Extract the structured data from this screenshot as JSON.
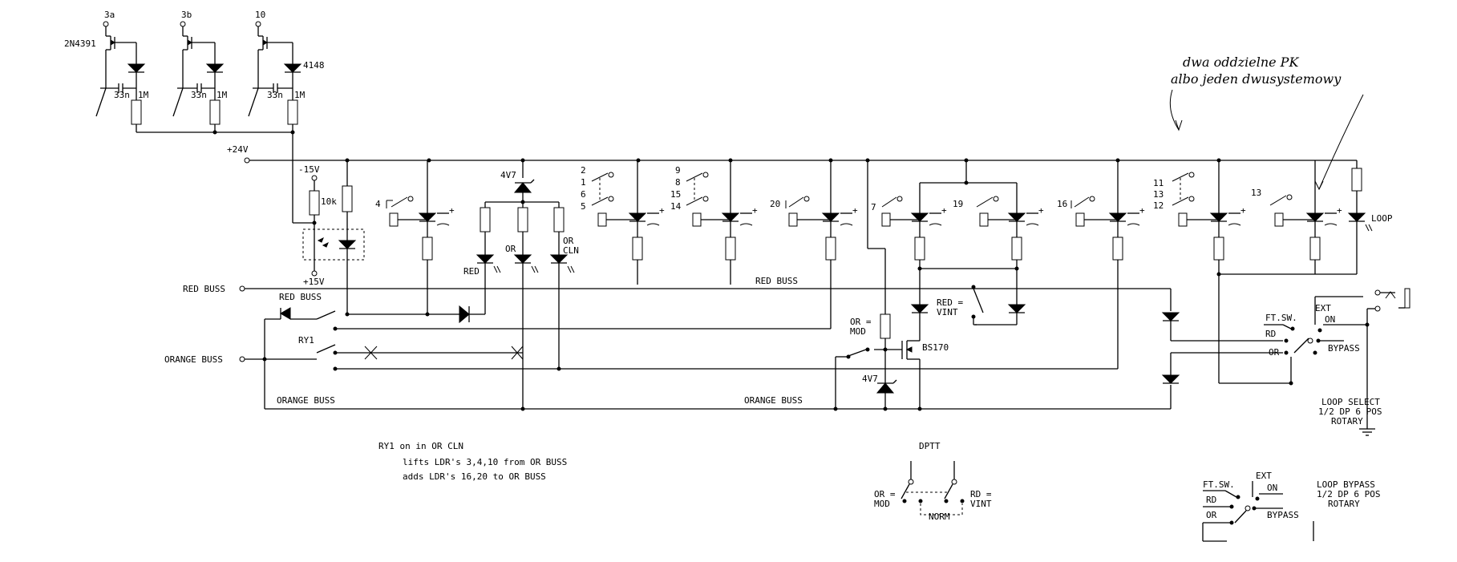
{
  "jfet": {
    "a": "3a",
    "b": "3b",
    "c": "10",
    "part": "2N4391",
    "diode": "4148",
    "cap": "33n",
    "res": "1M"
  },
  "rails": {
    "v24": "+24V",
    "vm15": "-15V",
    "vp15": "+15V",
    "r10k": "10k"
  },
  "buses": {
    "red_in": "RED BUSS",
    "red_label": "RED BUSS",
    "red_mid": "RED BUSS",
    "orange_in": "ORANGE BUSS",
    "orange_label": "ORANGE BUSS",
    "orange_mid": "ORANGE BUSS"
  },
  "relay": "RY1",
  "zener": "4V7",
  "leds": {
    "red": "RED",
    "or": "OR",
    "or_cln_1": "OR",
    "or_cln_2": "CLN",
    "loop": "LOOP"
  },
  "ldr_inputs": [
    "4",
    "2",
    "1",
    "6",
    "5",
    "9",
    "8",
    "15",
    "14",
    "20",
    "7",
    "19",
    "16",
    "11",
    "13",
    "12",
    "13"
  ],
  "mosfet": "BS170",
  "switch_labels": {
    "or_mod_1": "OR =",
    "or_mod_2": "MOD",
    "red_vint_1": "RED =",
    "red_vint_2": "VINT"
  },
  "handwritten": {
    "line1": "dwa oddzielne PK",
    "line2": "albo jeden dwusystemowy"
  },
  "loop_select": {
    "ftsw": "FT.SW.",
    "rd": "RD",
    "or": "OR",
    "ext": "EXT",
    "on": "ON",
    "bypass": "BYPASS",
    "title1": "LOOP SELECT",
    "title2": "1/2 DP 6 POS",
    "title3": "ROTARY"
  },
  "notes": {
    "line1": "RY1 on in OR CLN",
    "line2": "lifts LDR's 3,4,10 from OR BUSS",
    "line3": "adds LDR's 16,20 to OR BUSS"
  },
  "dptt": {
    "title": "DPTT",
    "or1": "OR =",
    "or2": "MOD",
    "rd1": "RD =",
    "rd2": "VINT",
    "norm": "NORM"
  },
  "loop_bypass": {
    "ftsw": "FT.SW.",
    "rd": "RD",
    "or": "OR",
    "ext": "EXT",
    "on": "ON",
    "bypass": "BYPASS",
    "title1": "LOOP BYPASS",
    "title2": "1/2 DP 6 POS",
    "title3": "ROTARY"
  }
}
